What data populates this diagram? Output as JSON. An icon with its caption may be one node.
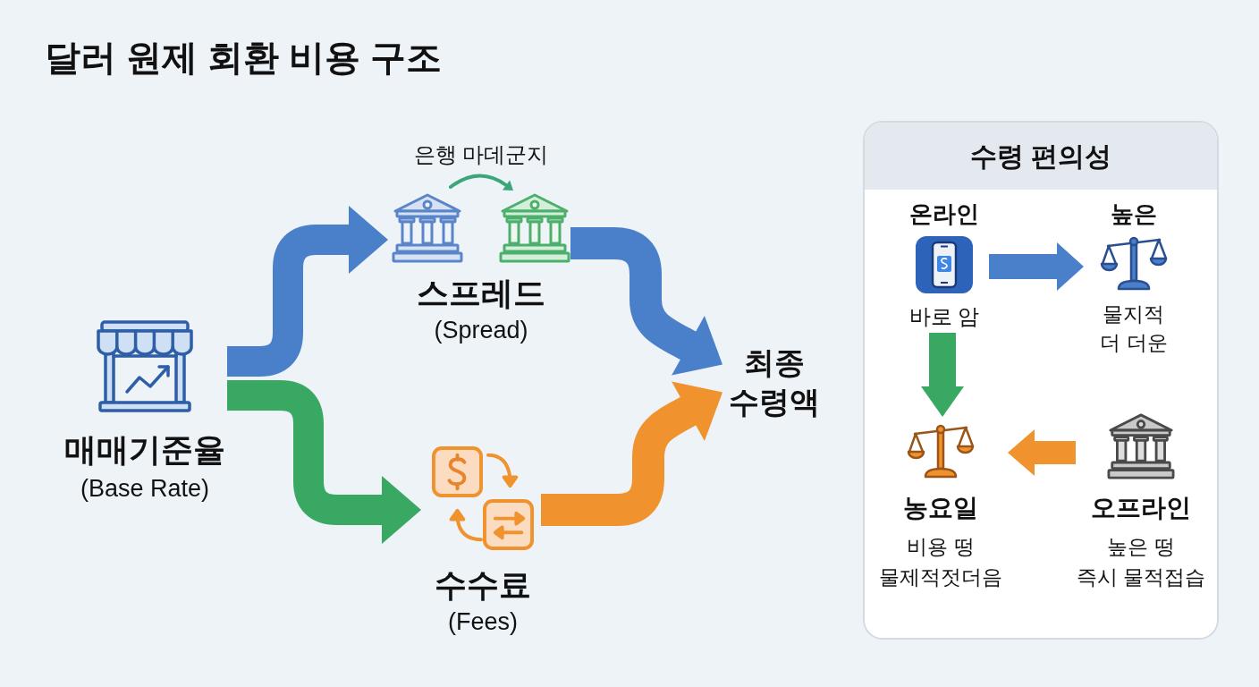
{
  "diagram": {
    "title": "달러 원제 회환 비용 구조",
    "nodes": [
      {
        "text": [
          "매매기준율",
          "(Base Rate)"
        ]
      },
      {
        "text": [
          "스프레드",
          "(Spread)"
        ],
        "beside": [
          "은행 마데군지"
        ]
      },
      {
        "text": [
          "수수료",
          "(Fees)"
        ]
      },
      {
        "text": [
          "최종 수령액"
        ]
      },
      {
        "text": [
          "수령 편의성"
        ]
      },
      {
        "text": [
          "온라인",
          "바로 암"
        ],
        "in": 4
      },
      {
        "text": [
          "높은",
          "물지적 더 더운"
        ],
        "in": 4
      },
      {
        "text": [
          "농요일",
          "비용 떵 물제적젓더음"
        ],
        "in": 4
      },
      {
        "text": [
          "오프라인",
          "높은 떵 즉시 물적접습"
        ],
        "in": 4
      }
    ],
    "edges": [
      {
        "from": 0,
        "to": 1,
        "arrow": "to",
        "color": "#4a7fc9"
      },
      {
        "from": 0,
        "to": 2,
        "arrow": "to",
        "color": "#38a862"
      },
      {
        "from": 1,
        "to": 3,
        "arrow": "to",
        "color": "#4a7fc9"
      },
      {
        "from": 2,
        "to": 3,
        "arrow": "to",
        "color": "#f0922e"
      },
      {
        "from": 5,
        "to": 6,
        "arrow": "to",
        "color": "#4a7fc9"
      },
      {
        "from": 5,
        "to": 7,
        "arrow": "to",
        "color": "#38a862"
      },
      {
        "from": 8,
        "to": 7,
        "arrow": "to",
        "color": "#f0922e"
      }
    ]
  }
}
